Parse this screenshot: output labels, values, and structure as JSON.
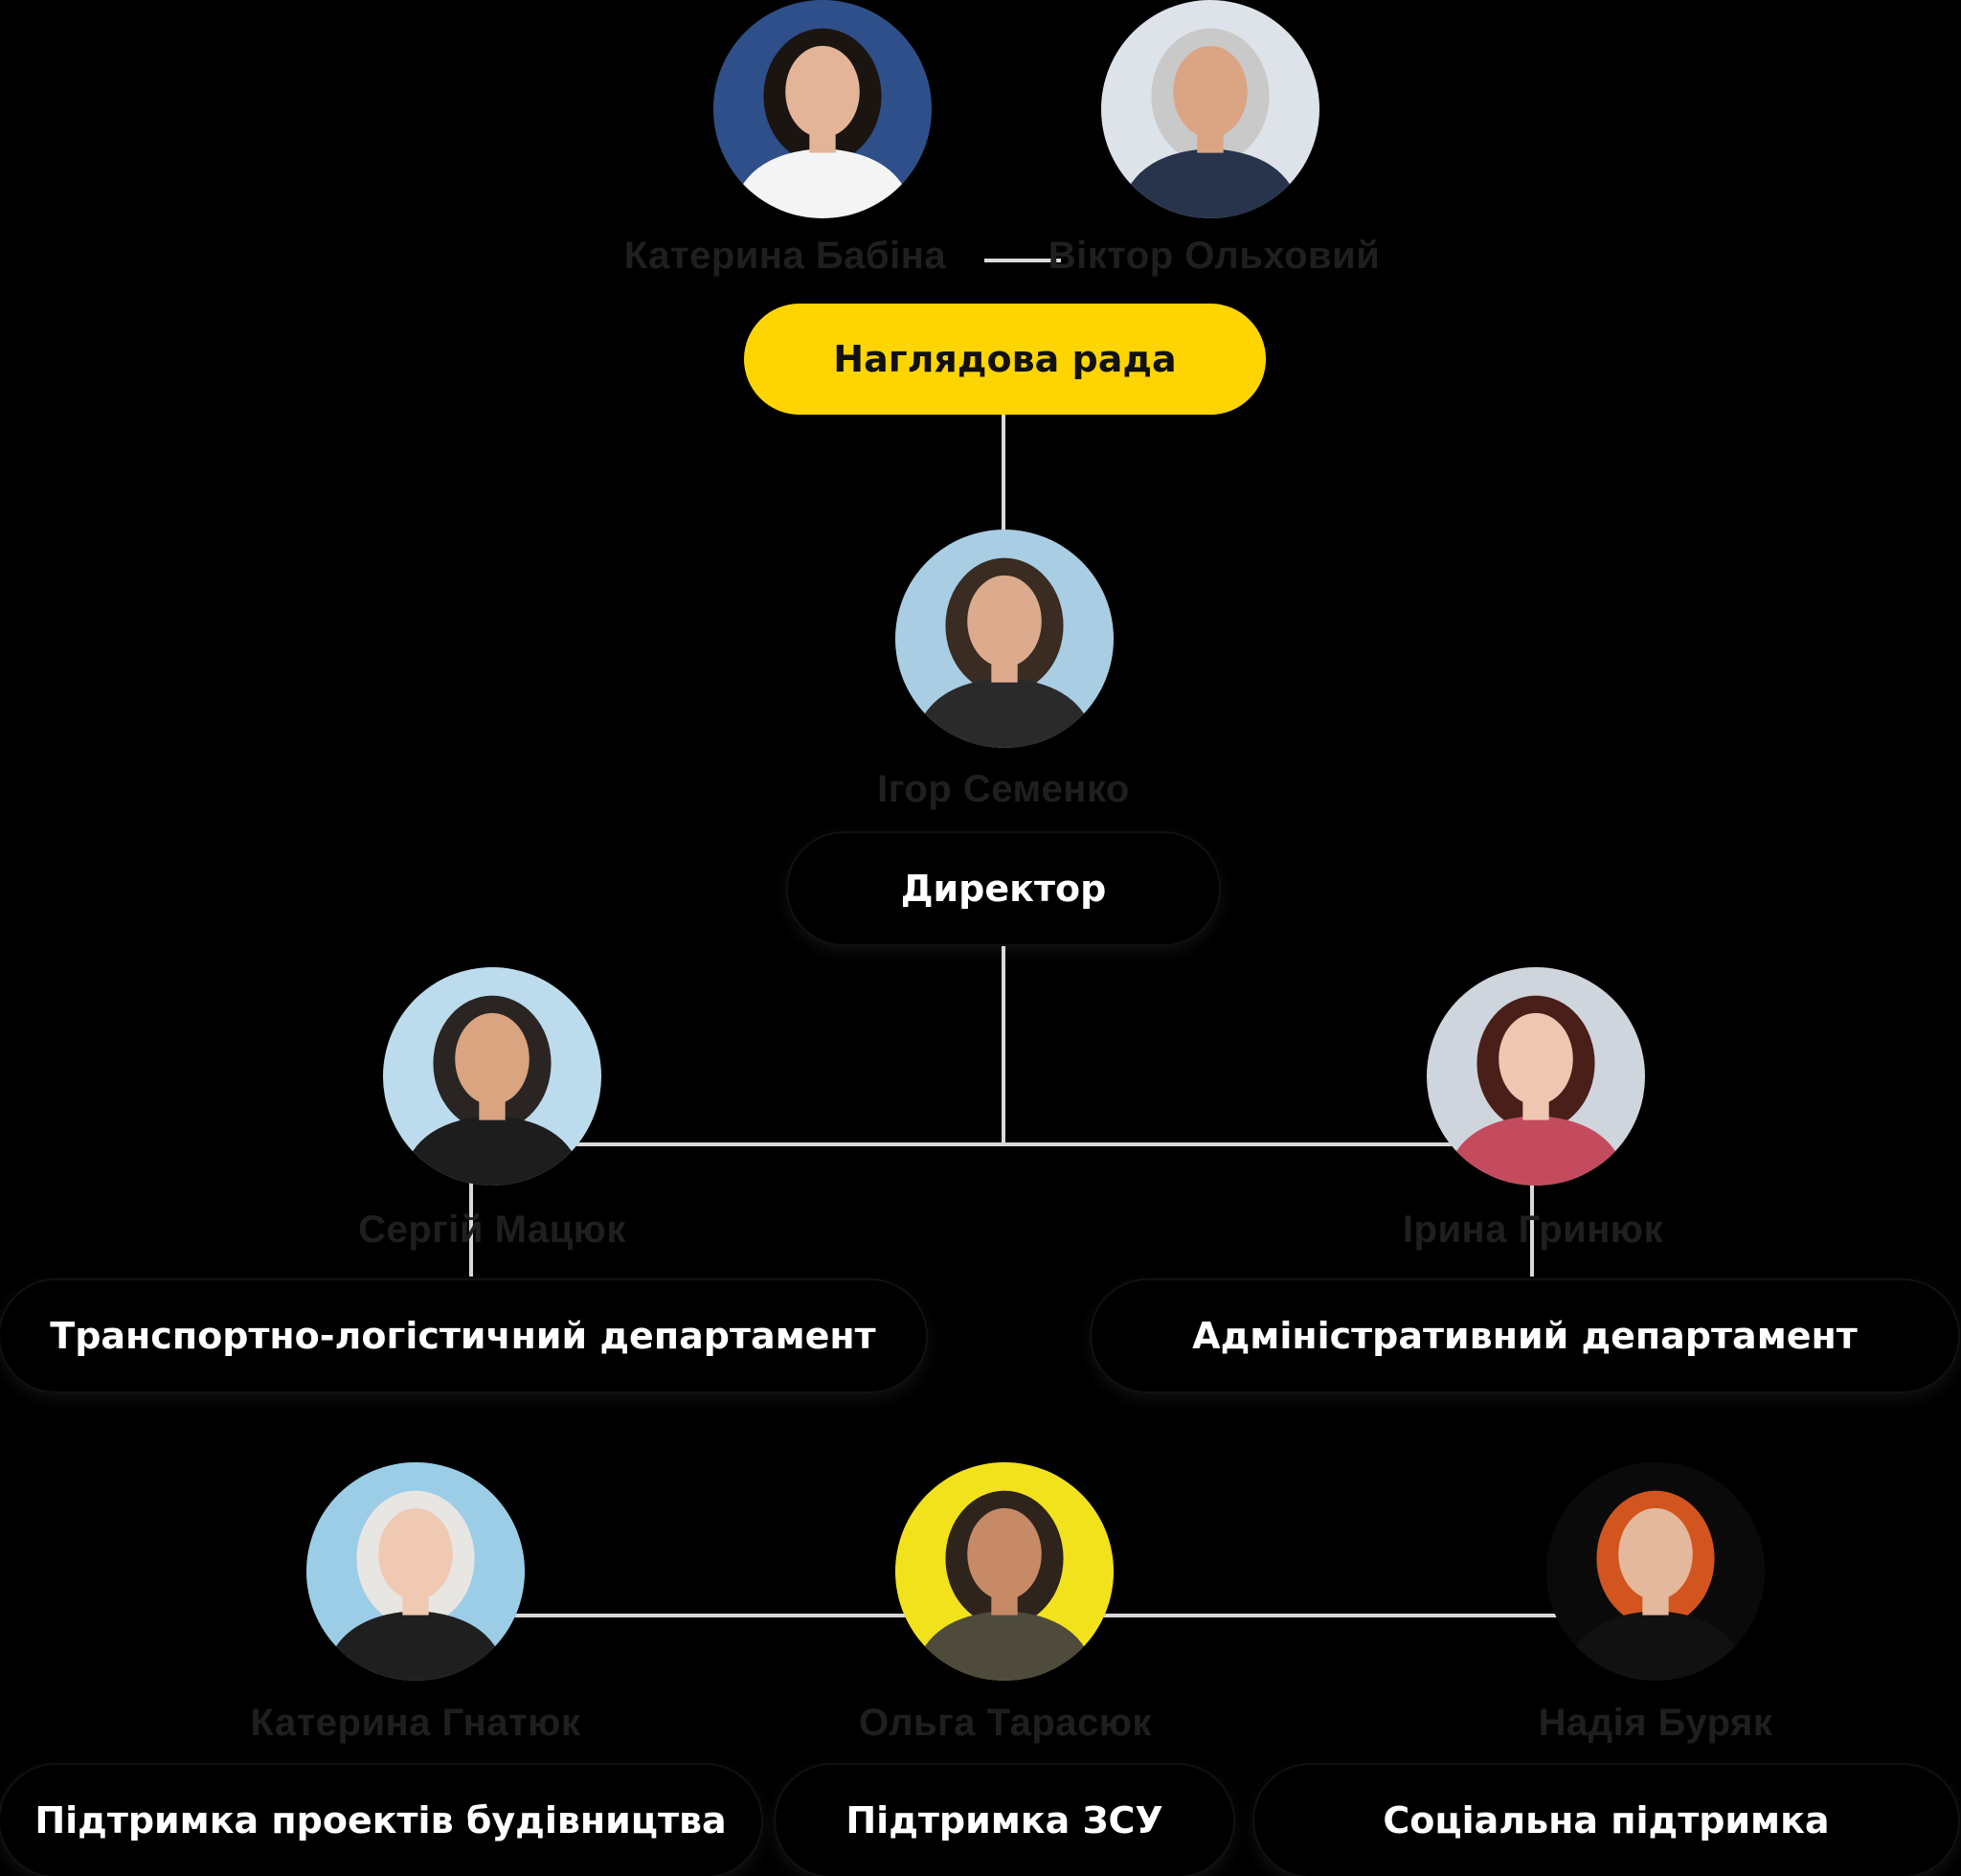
{
  "board": {
    "label": "Наглядова рада",
    "accent_color": "#fed501",
    "members": [
      {
        "name": "Катерина Бабіна",
        "photo": {
          "bg": "#2f4f8a",
          "skin": "#e3b497",
          "hair": "#1b1512",
          "clothes": "#f4f4f4"
        }
      },
      {
        "name": "Віктор Ольховий",
        "photo": {
          "bg": "#dde3e8",
          "skin": "#dba584",
          "hair": "#c9c9c9",
          "clothes": "#27344c"
        }
      }
    ]
  },
  "director": {
    "name": "Ігор Семенко",
    "label": "Директор",
    "photo": {
      "bg": "#a9cde3",
      "skin": "#dcab8d",
      "hair": "#3a2c22",
      "clothes": "#2a2a2a"
    }
  },
  "departments": [
    {
      "name": "Сергій Мацюк",
      "label": "Транспортно-логістичний департамент",
      "photo": {
        "bg": "#bcdced",
        "skin": "#d9a47f",
        "hair": "#2a2522",
        "clothes": "#1d1d1d"
      }
    },
    {
      "name": "Ірина Гринюк",
      "label": "Адміністративний департамент",
      "photo": {
        "bg": "#cfd5dc",
        "skin": "#efc7b0",
        "hair": "#4a1f1a",
        "clothes": "#c44b5e"
      }
    }
  ],
  "programs": [
    {
      "name": "Катерина Гнатюк",
      "label": "Підтримка проектів будівництва",
      "photo": {
        "bg": "#9bcde7",
        "skin": "#f0c9b2",
        "hair": "#e8e6e2",
        "clothes": "#1f1f1f"
      }
    },
    {
      "name": "Ольга Тарасюк",
      "label": "Підтримка ЗСУ",
      "photo": {
        "bg": "#f2e21c",
        "skin": "#c78a66",
        "hair": "#2f241c",
        "clothes": "#4e4a3c"
      }
    },
    {
      "name": "Надія Буряк",
      "label": "Соціальна підтримка",
      "photo": {
        "bg": "#0a0a0a",
        "skin": "#e4b89d",
        "hair": "#d2541f",
        "clothes": "#111111"
      }
    }
  ]
}
